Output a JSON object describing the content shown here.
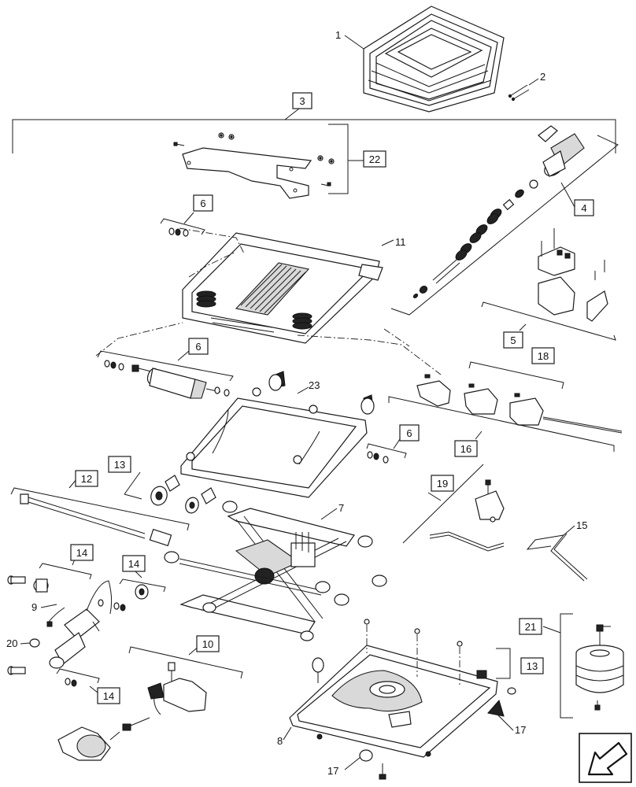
{
  "callouts": {
    "c1": "1",
    "c2": "2",
    "c3": "3",
    "c4": "4",
    "c5": "5",
    "c6a": "6",
    "c6b": "6",
    "c6c": "6",
    "c7": "7",
    "c8": "8",
    "c9": "9",
    "c10": "10",
    "c11": "11",
    "c12": "12",
    "c13a": "13",
    "c13b": "13",
    "c14a": "14",
    "c14b": "14",
    "c14c": "14",
    "c15": "15",
    "c16": "16",
    "c17a": "17",
    "c17b": "17",
    "c18": "18",
    "c19": "19",
    "c20": "20",
    "c21": "21",
    "c22": "22",
    "c23": "23"
  },
  "icons": {
    "nav": "arrow-icon"
  }
}
